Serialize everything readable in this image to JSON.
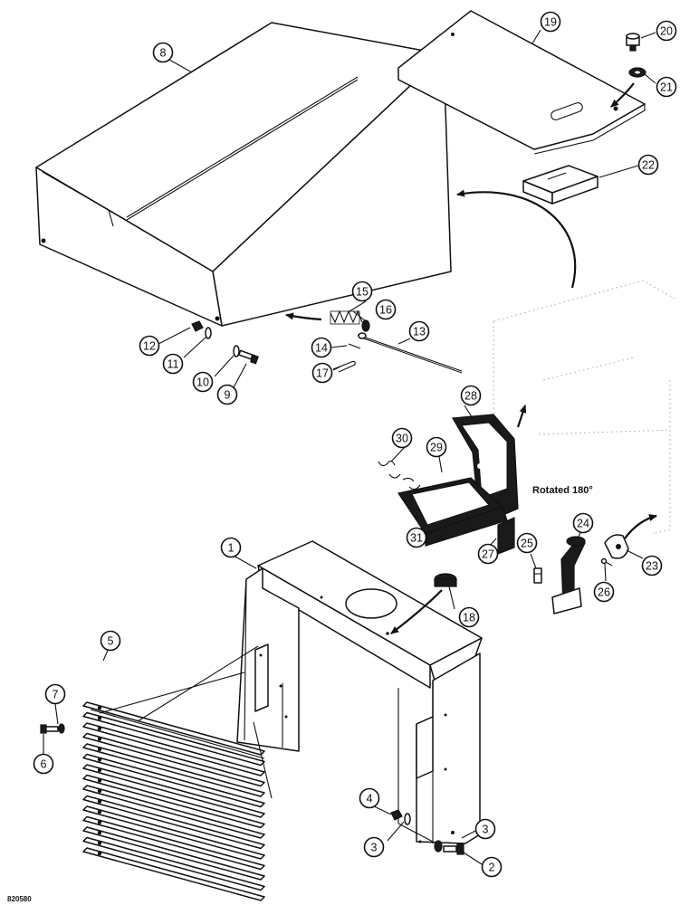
{
  "drawing_code": "820580",
  "rotation_note": "Rotated 180°",
  "callouts": [
    "1",
    "2",
    "3",
    "3",
    "4",
    "5",
    "6",
    "7",
    "8",
    "9",
    "10",
    "11",
    "12",
    "13",
    "14",
    "15",
    "16",
    "17",
    "18",
    "19",
    "20",
    "21",
    "22",
    "23",
    "24",
    "25",
    "26",
    "27",
    "28",
    "29",
    "30",
    "31"
  ],
  "colors": {
    "line": "#111111",
    "background": "#ffffff"
  }
}
